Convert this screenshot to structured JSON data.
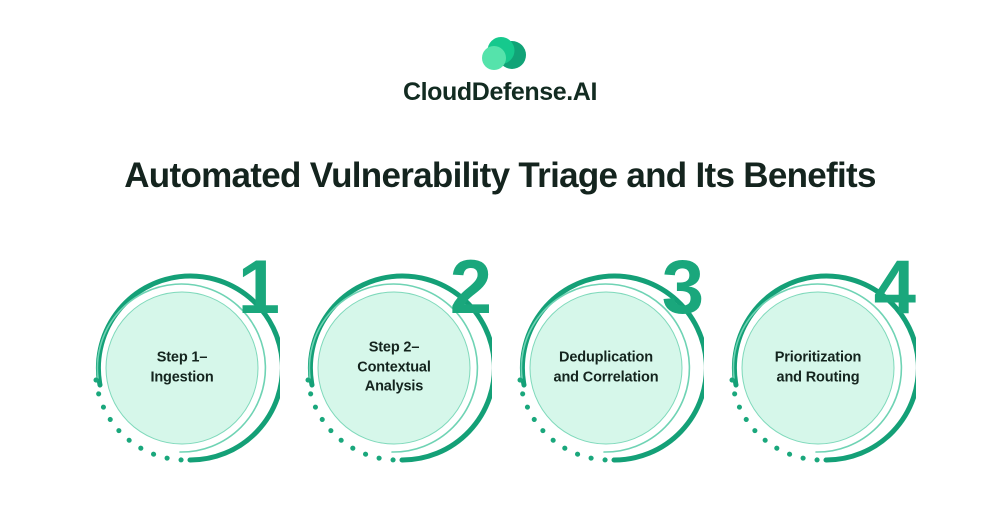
{
  "brand": {
    "logo_icon": "cloud-logo-icon",
    "name": "CloudDefense.AI",
    "colors": {
      "logo_light": "#55e3ab",
      "logo_mid": "#16c98d",
      "logo_dark": "#11a377",
      "wordmark": "#122b21"
    }
  },
  "headline": "Automated Vulnerability Triage and Its Benefits",
  "palette": {
    "accent_green": "#1aa77c",
    "ring_green": "#14a077",
    "circle_fill": "#d6f7ea",
    "circle_stroke": "#7fd9bb",
    "text_dark": "#14241e",
    "background": "#ffffff"
  },
  "steps": [
    {
      "number": "1",
      "label": "Step 1–\nIngestion"
    },
    {
      "number": "2",
      "label": "Step 2–\nContextual\nAnalysis"
    },
    {
      "number": "3",
      "label": "Deduplication\nand Correlation"
    },
    {
      "number": "4",
      "label": "Prioritization\nand Routing"
    }
  ]
}
